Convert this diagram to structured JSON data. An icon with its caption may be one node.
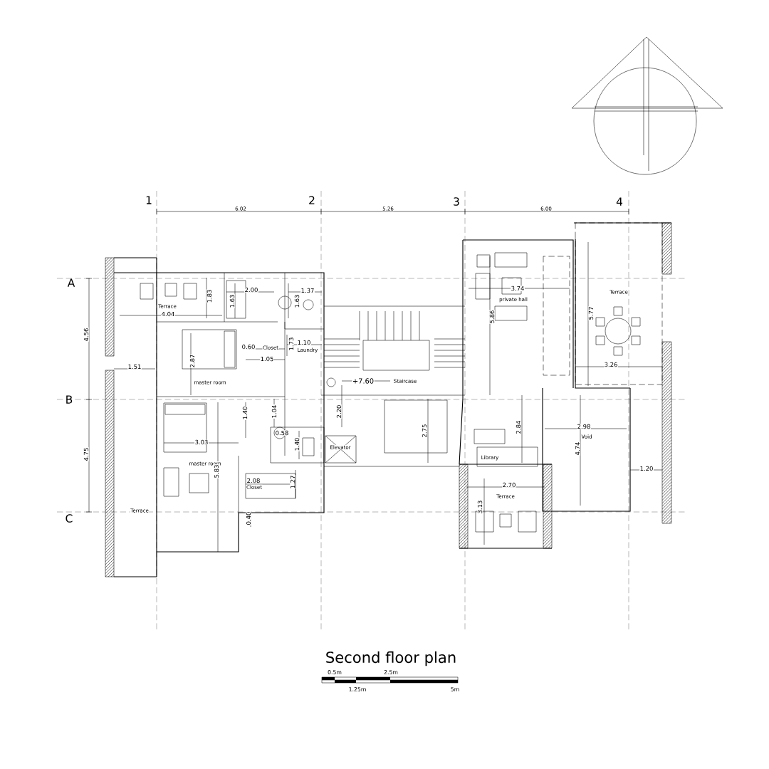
{
  "diagram": {
    "title": "Second floor plan",
    "labels": [
      "1",
      "2",
      "3",
      "4",
      "6.02",
      "5.26",
      "6.00",
      "A",
      "Terrace",
      "4.04",
      "1.83",
      "1.63",
      "2.00",
      "1.63",
      "1.37",
      "5.86",
      "private hall",
      "3.74",
      "5.77",
      "Terrace",
      "4.56",
      "1.51",
      "2.87",
      "0.60",
      "1.05",
      "Closet",
      "1.73",
      "1.10",
      "Laundry",
      "3.26",
      "master room",
      "+7.60",
      "Staircase",
      "B",
      "3.03",
      "1.40",
      "1.04",
      "0.58",
      "1.40",
      "2.20",
      "Elevator",
      "2.75",
      "2.84",
      "4.74",
      "2.98",
      "Void",
      "4.75",
      "master room",
      "5.83",
      "2.08",
      "Closet",
      "1.27",
      "Library",
      "Terrace",
      "2.70",
      "1.20",
      "C",
      "Terrace",
      "0.40",
      "3.13",
      "0.5m",
      "2.5m",
      "1.25m",
      "5m"
    ]
  }
}
